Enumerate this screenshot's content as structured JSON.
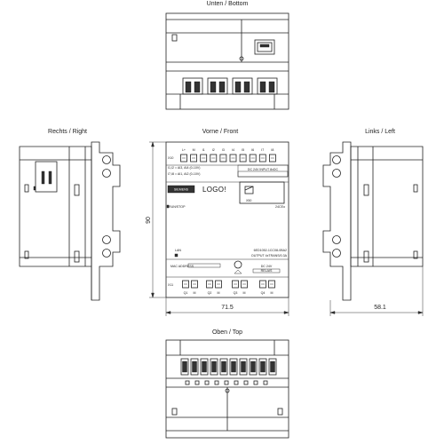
{
  "views": {
    "bottom": "Unten / Bottom",
    "right": "Rechts / Right",
    "front": "Vorne / Front",
    "left": "Links / Left",
    "top": "Oben / Top"
  },
  "dimensions": {
    "height": "90",
    "width": "71.5",
    "depth": "58.1"
  },
  "front": {
    "input_terminals": [
      "L+",
      "M",
      "I1",
      "I2",
      "I3",
      "I4",
      "I5",
      "I6",
      "I7",
      "I8"
    ],
    "input_spec_1": "I1,I2 = AI3, AI4 (0-10V)",
    "input_spec_2": "I7,I8 = AI1, AI2 (0-10V)",
    "input_type": "DC 24V INPUT 8xDC",
    "input_connector": "X10",
    "brand": "SIEMENS",
    "model": "LOGO!",
    "model_variant": "24CEo",
    "slot_label": "X50",
    "run_stop": "RUN/STOP",
    "lan": "LAN",
    "order_number": "6ED1052-1CC08-0BA2",
    "output_spec": "OUTPUT 4xTRANS/0.3A",
    "mac_address": "MAC ADDRESS",
    "output_connector": "X11",
    "output_block_1": "DC 24V",
    "output_block_2": "RELAIS",
    "output_terminals": [
      "Q1",
      "M",
      "Q2",
      "M",
      "Q3",
      "M",
      "Q4",
      "M"
    ]
  }
}
